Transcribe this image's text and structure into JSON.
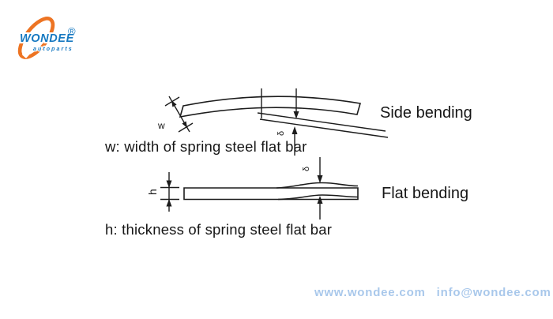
{
  "logo": {
    "brand": "WONDEE",
    "sub": "autoparts",
    "reg": "®",
    "orange": "#ED7423",
    "blue": "#1779C1"
  },
  "side": {
    "title": "Side bending",
    "caption": "w: width of spring steel flat bar",
    "dim_label": "w",
    "deflection_label": "δ"
  },
  "flat": {
    "title": "Flat bending",
    "caption": "h: thickness of spring steel flat bar",
    "dim_label": "h",
    "deflection_label": "δ"
  },
  "footer": {
    "website": "www.wondee.com",
    "email": "info@wondee.com",
    "color": "#A9C8EB"
  },
  "line_color": "#1C1C1C"
}
